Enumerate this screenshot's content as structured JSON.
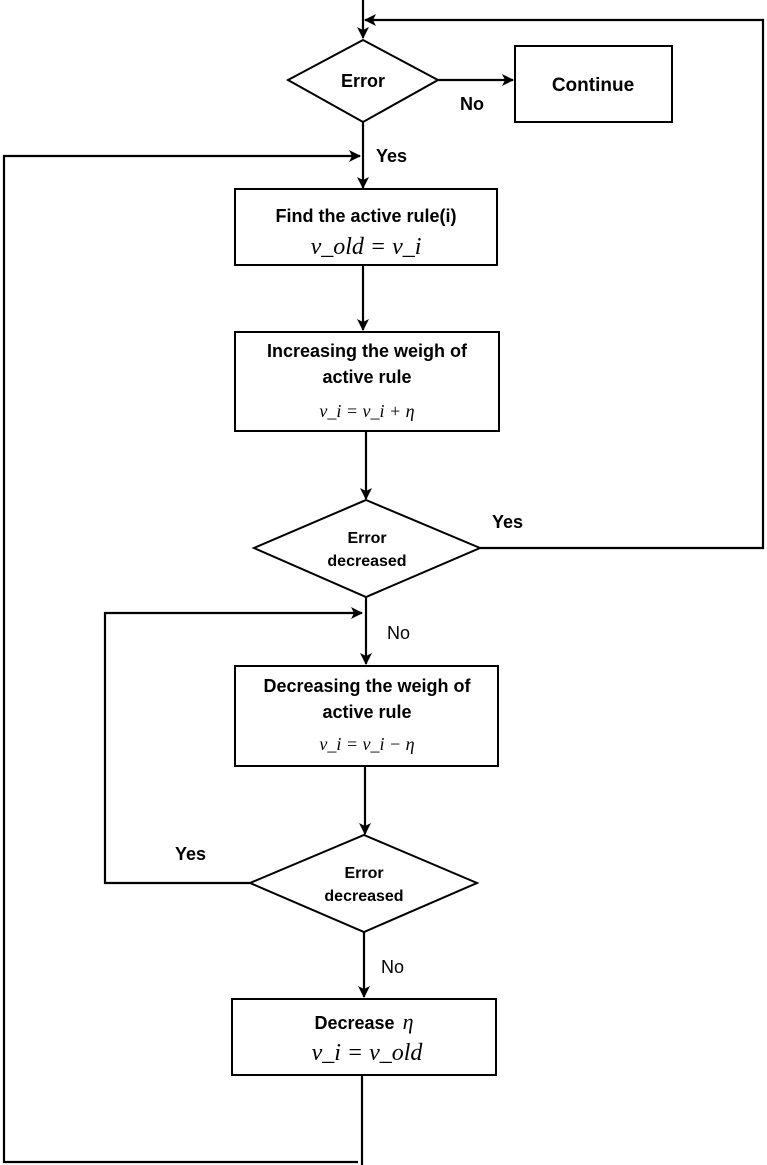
{
  "nodes": {
    "error": {
      "label": "Error"
    },
    "continue": {
      "label": "Continue"
    },
    "find_rule": {
      "label": "Find the active rule(i)",
      "formula": "v_old = v_i"
    },
    "increase": {
      "line1": "Increasing the weigh of",
      "line2": "active rule",
      "formula": "v_i = v_i + η"
    },
    "error_decreased_1": {
      "line1": "Error",
      "line2": "decreased"
    },
    "decrease": {
      "line1": "Decreasing the weigh of",
      "line2": "active rule",
      "formula": "v_i = v_i − η"
    },
    "error_decreased_2": {
      "line1": "Error",
      "line2": "decreased"
    },
    "decrease_eta": {
      "label": "Decrease",
      "symbol": "η",
      "formula": "v_i = v_old"
    }
  },
  "edges": {
    "error_no": "No",
    "error_yes": "Yes",
    "decreased1_yes": "Yes",
    "decreased1_no": "No",
    "decreased2_yes": "Yes",
    "decreased2_no": "No"
  },
  "colors": {
    "stroke": "#000000",
    "fill": "#ffffff",
    "text": "#000000"
  }
}
